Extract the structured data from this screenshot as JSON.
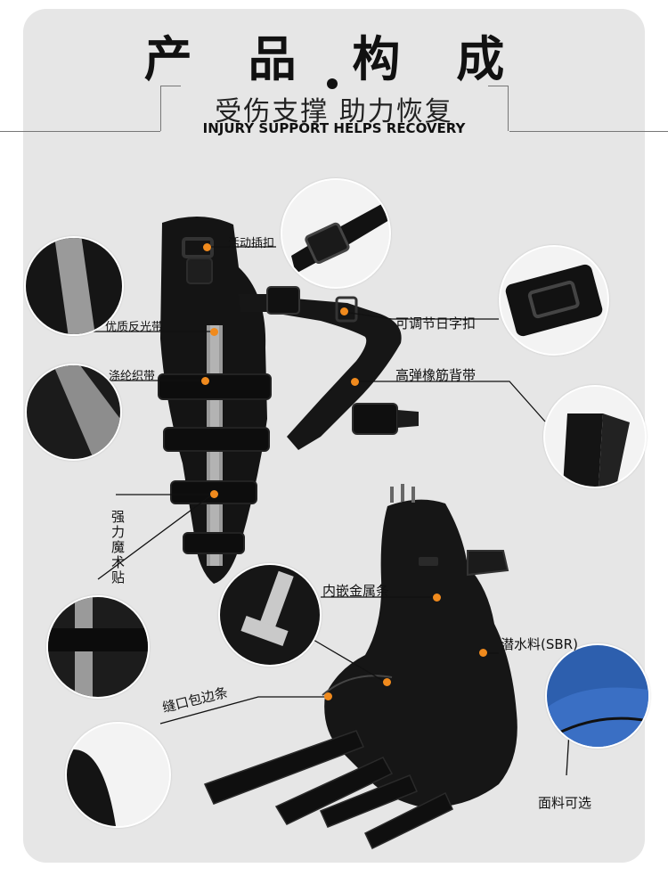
{
  "header": {
    "title": "产 品 构 成",
    "subtitle": "受伤支撑  助力恢复",
    "subtitle_en": "INJURY SUPPORT HELPS RECOVERY"
  },
  "labels": {
    "buckle": "活动插扣",
    "reflective": "优质反光带",
    "polyester": "涤纶织带",
    "adjust": "可调节日字扣",
    "elastic": "高弹橡筋背带",
    "velcro": "强力魔术贴",
    "metal": "内嵌金属条",
    "sbr": "潜水料(SBR)",
    "edge": "缝口包边条",
    "fabric": "面料可选"
  },
  "colors": {
    "accent": "#f08a1d",
    "product": "#111111",
    "panel": "#e6e6e6",
    "reflect": "#9a9a9a",
    "blue": "#3a6fc4"
  }
}
